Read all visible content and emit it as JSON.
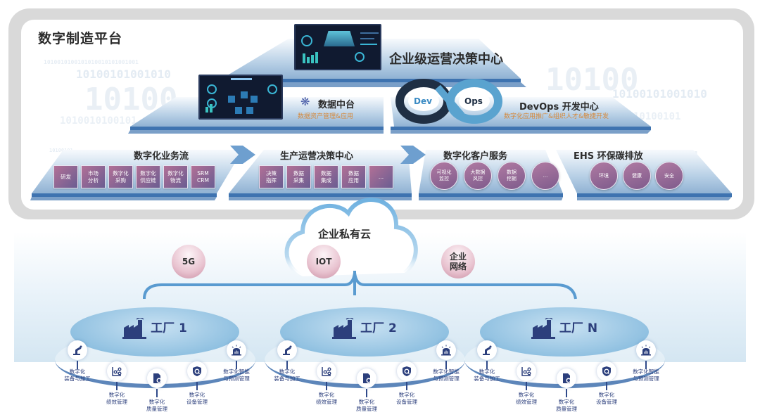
{
  "platform": {
    "title": "数字制造平台",
    "binary_texts": [
      "1010010100101010010101001001",
      "10100101001010",
      "10100",
      "10100101001010",
      "1010010100101",
      "10100101",
      "10100101001010"
    ]
  },
  "layers": {
    "top": {
      "title": "企业级运营决策中心"
    },
    "middle_left": {
      "title": "数据中台",
      "subtitle": "数据资产管理&应用"
    },
    "middle_right": {
      "title": "DevOps 开发中心",
      "subtitle": "数字化应用推广&组织人才&敏捷开发",
      "logo_left": "Dev",
      "logo_right": "Ops"
    },
    "bottom": [
      {
        "title": "数字化业务流",
        "items": [
          "研发",
          "市场\n分析",
          "数字化\n采购",
          "数字化\n供应链",
          "数字化\n物流",
          "SRM\nCRM"
        ]
      },
      {
        "title": "生产运营决策中心",
        "items": [
          "决策\n指挥",
          "数据\n采集",
          "数据\n集成",
          "数据\n应用",
          "..."
        ]
      },
      {
        "title": "数字化客户服务",
        "items": [
          "可视化\n监控",
          "大数据\n风控",
          "数据\n挖掘",
          "..."
        ]
      },
      {
        "title": "EHS 环保碳排放",
        "items": [
          "环境",
          "健康",
          "安全"
        ]
      }
    ]
  },
  "cloud": {
    "label": "企业私有云"
  },
  "network": [
    "5G",
    "IOT",
    "企业\n网络"
  ],
  "factories": [
    {
      "name": "工厂 1"
    },
    {
      "name": "工厂 2"
    },
    {
      "name": "工厂 N"
    }
  ],
  "factory_nodes": [
    {
      "icon": "robot-arm-icon",
      "label": "数字化\n装备与加工"
    },
    {
      "icon": "share-chart-icon",
      "label": "数字化\n绩效管理"
    },
    {
      "icon": "document-gear-icon",
      "label": "数字化\n质量管理"
    },
    {
      "icon": "shield-search-icon",
      "label": "数字化\n设备管理"
    },
    {
      "icon": "alarm-chart-icon",
      "label": "数字化智能\n与预测管理"
    }
  ],
  "colors": {
    "accent_blue": "#3e73b0",
    "tile_purple": "#8a6594",
    "subtitle_orange": "#d58a3e",
    "factory_navy": "#2c3f7c"
  }
}
